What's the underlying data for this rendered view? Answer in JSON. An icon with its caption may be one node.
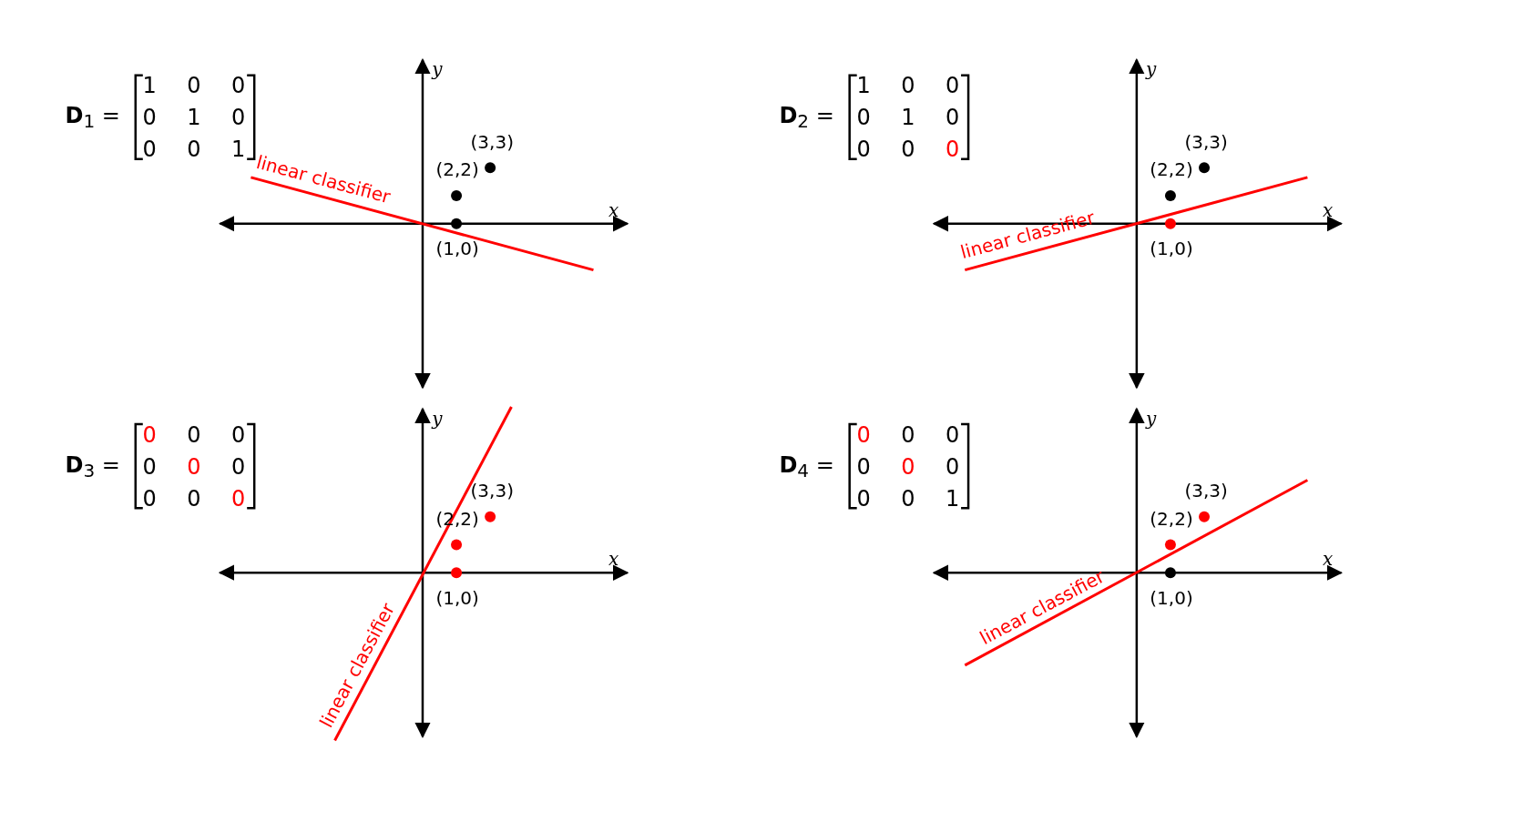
{
  "diagram": {
    "labels": [
      "**D**$_{1}$ =",
      "1",
      "0",
      "0",
      "0",
      "1",
      "0",
      "0",
      "0",
      "1",
      "y",
      "(3,3)",
      "(2,2)",
      "linear classifier",
      "x",
      "(1,0)",
      "**D**$_{2}$ =",
      "1",
      "0",
      "0",
      "0",
      "1",
      "0",
      "0",
      "0",
      "0",
      "y",
      "(3,3)",
      "(2,2)",
      "linear classifier",
      "x",
      "(1,0)",
      "**D**$_{3}$ =",
      "0",
      "0",
      "0",
      "0",
      "0",
      "0",
      "0",
      "0",
      "0",
      "y",
      "(3,3)",
      "(2,2)",
      "linear classifier",
      "x",
      "(1,0)",
      "**D**$_{4}$ =",
      "0",
      "0",
      "0",
      "0",
      "0",
      "0",
      "0",
      "0",
      "1",
      "y",
      "(3,3)",
      "(2,2)",
      "linear classifier",
      "x",
      "(1,0)"
    ]
  }
}
